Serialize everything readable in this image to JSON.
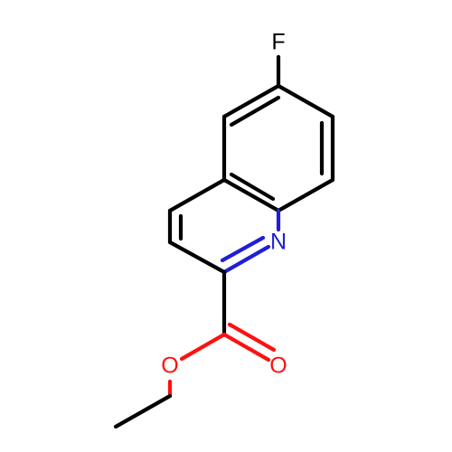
{
  "atoms": {
    "fluorine": {
      "label": "F",
      "color": "#000000"
    },
    "nitrogen": {
      "label": "N",
      "color": "#1f1fd6"
    },
    "ether_oxygen": {
      "label": "O",
      "color": "#ff1010"
    },
    "carbonyl_oxygen": {
      "label": "O",
      "color": "#ff1010"
    }
  }
}
